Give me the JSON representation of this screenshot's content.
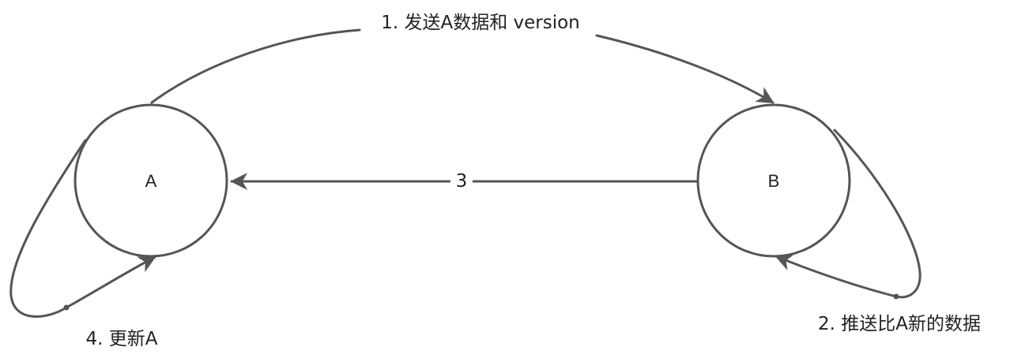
{
  "diagram": {
    "nodes": {
      "a": {
        "label": "A"
      },
      "b": {
        "label": "B"
      }
    },
    "edges": {
      "send": {
        "label": "1. 发送A数据和 version"
      },
      "push": {
        "label": "2. 推送比A新的数据"
      },
      "reply": {
        "label": "3"
      },
      "update": {
        "label": "4. 更新A"
      }
    },
    "colors": {
      "stroke": "#555555",
      "text": "#222222",
      "background": "#ffffff"
    }
  }
}
